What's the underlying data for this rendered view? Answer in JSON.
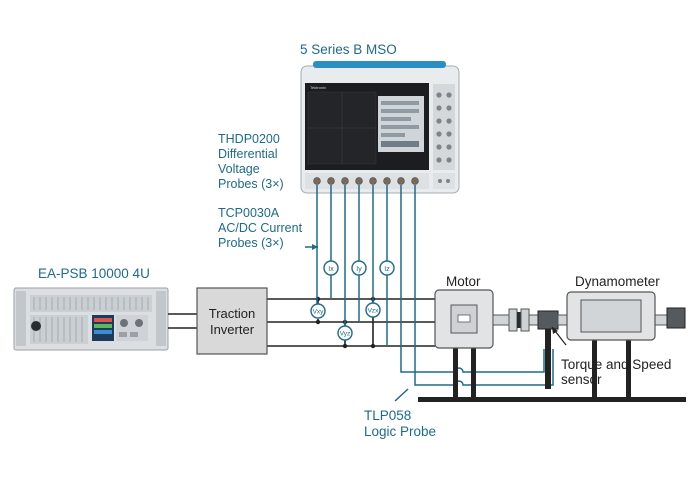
{
  "scope": {
    "title": "5 Series B MSO",
    "brand": "Tektronix"
  },
  "probes": {
    "voltage": {
      "line1": "THDP0200",
      "line2": "Differential",
      "line3": "Voltage",
      "line4": "Probes (3×)"
    },
    "current": {
      "line1": "TCP0030A",
      "line2": "AC/DC Current",
      "line3": "Probes (3×)"
    },
    "logic": {
      "line1": "TLP058",
      "line2": "Logic Probe"
    }
  },
  "power_supply": {
    "label": "EA-PSB 10000 4U"
  },
  "inverter": {
    "line1": "Traction",
    "line2": "Inverter"
  },
  "motor": {
    "label": "Motor"
  },
  "dynamometer": {
    "label": "Dynamometer"
  },
  "sensor": {
    "line1": "Torque and Speed",
    "line2": "sensor"
  },
  "current_probe_tags": [
    "Ix",
    "Iy",
    "Iz"
  ],
  "voltage_probe_tags": [
    "Vxy",
    "Vzx",
    "Vyz"
  ],
  "colors": {
    "accent": "#1d6b8c",
    "wire": "#222222",
    "probe_wire": "#1d6b8c",
    "scope_blue": "#2b8fc4"
  }
}
